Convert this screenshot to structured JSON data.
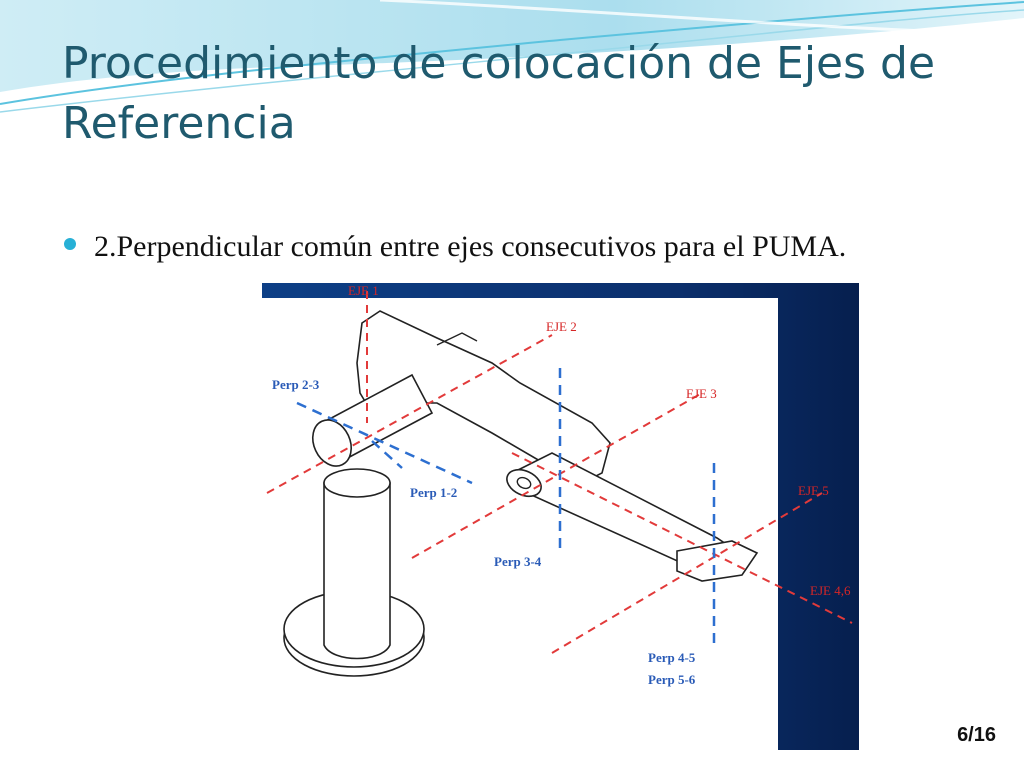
{
  "slide": {
    "title": "Procedimiento de colocación de Ejes de Referencia",
    "bullet": "2.Perpendicular común entre ejes consecutivos para el PUMA.",
    "slide_number": "6/16"
  },
  "figure": {
    "labels": {
      "eje1": "EJE 1",
      "eje2": "EJE 2",
      "eje3": "EJE 3",
      "eje5": "EJE 5",
      "eje46": "EJE 4,6",
      "perp23": "Perp 2-3",
      "perp12": "Perp 1-2",
      "perp34": "Perp 3-4",
      "perp45": "Perp 4-5",
      "perp56": "Perp 5-6"
    }
  },
  "colors": {
    "title": "#1f5a6e",
    "bullet": "#27b0d6",
    "axis_red": "#e23a3a",
    "axis_blue": "#2d6fd0",
    "panel_blue": "#0d3f86"
  }
}
